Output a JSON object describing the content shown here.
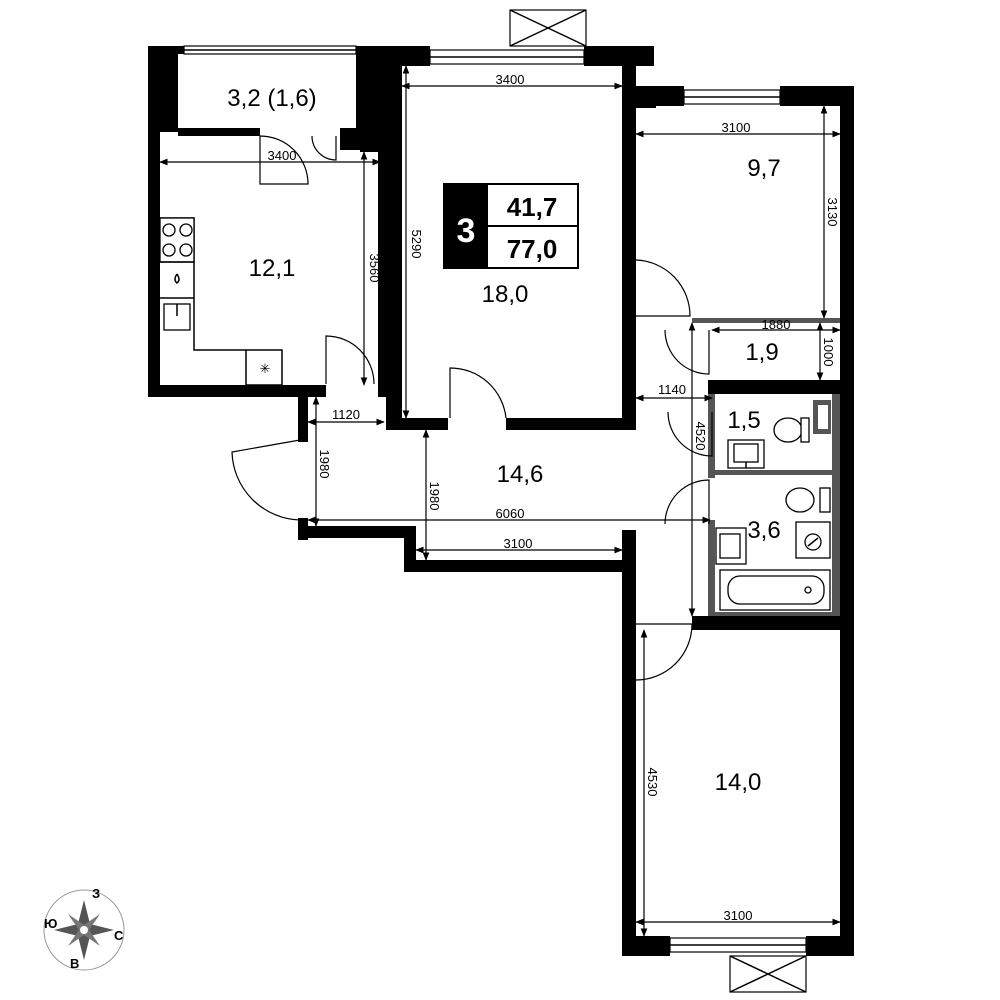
{
  "summary": {
    "rooms": "3",
    "living_area": "41,7",
    "total_area": "77,0"
  },
  "rooms": {
    "balcony": "3,2 (1,6)",
    "kitchen": "12,1",
    "living_room": "18,0",
    "bedroom_top": "9,7",
    "storage": "1,9",
    "wc": "1,5",
    "hallway": "14,6",
    "bathroom": "3,6",
    "bedroom_bottom": "14,0"
  },
  "dimensions": {
    "kitchen_width": "3400",
    "kitchen_depth": "3560",
    "living_width": "3400",
    "living_depth": "5290",
    "bedroom_top_width": "3100",
    "bedroom_top_depth": "3130",
    "storage_width": "1880",
    "storage_depth": "1000",
    "corridor_1140": "1140",
    "entry_1120": "1120",
    "entry_depth": "1980",
    "hall_depth": "1980",
    "corridor_length": "4520",
    "hall_length": "6060",
    "hall_width": "3100",
    "bedroom_bottom_depth": "4530",
    "bedroom_bottom_width": "3100"
  },
  "compass": {
    "north": "З",
    "east": "С",
    "south": "В",
    "west": "Ю"
  }
}
